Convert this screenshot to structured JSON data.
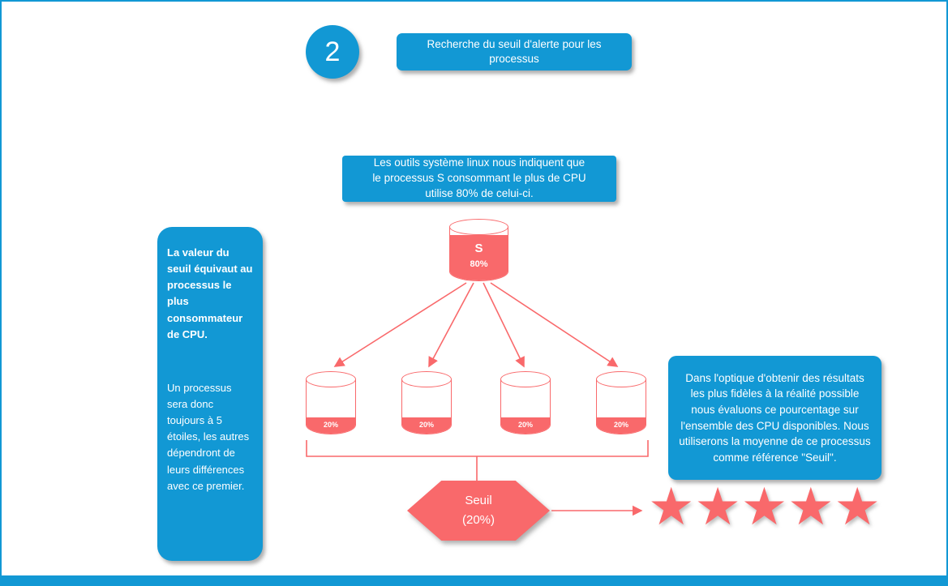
{
  "colors": {
    "blue": "#1298d4",
    "salmon": "#f9696b",
    "white": "#ffffff"
  },
  "step": {
    "number": "2",
    "title": "Recherche du seuil d'alerte pour les processus"
  },
  "info_box": {
    "text": "Les outils système linux nous indiquent que le processus S consommant le plus de CPU utilise 80% de celui-ci."
  },
  "left_panel": {
    "bold_text": "La valeur du seuil équivaut au processus le plus consommateur de CPU.",
    "body_text": "Un processus sera donc toujours à 5 étoiles, les autres dépendront de leurs différences avec ce premier."
  },
  "main_cylinder": {
    "label": "S",
    "usage": "80%"
  },
  "cpu_cylinders": [
    {
      "usage": "20%"
    },
    {
      "usage": "20%"
    },
    {
      "usage": "20%"
    },
    {
      "usage": "20%"
    }
  ],
  "hexagon": {
    "title": "Seuil",
    "value": "(20%)"
  },
  "right_panel": {
    "text": "Dans l'optique d'obtenir des résultats les plus fidèles à la réalité possible nous évaluons ce pourcentage sur l'ensemble des CPU disponibles. Nous utiliserons la moyenne de ce processus comme référence \"Seuil\"."
  },
  "stars": {
    "count": 5,
    "glyph": "★"
  }
}
